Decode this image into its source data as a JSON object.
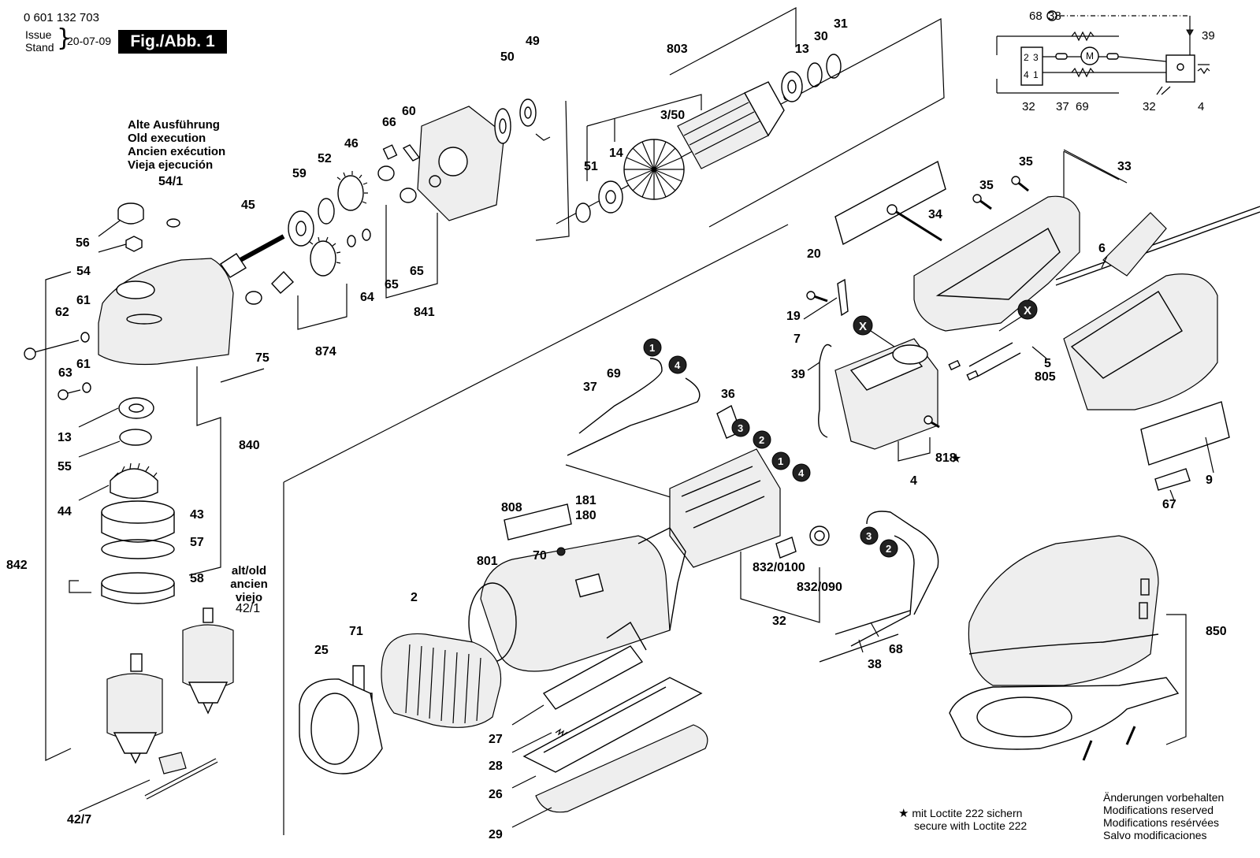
{
  "header": {
    "doc_number": "0 601 132 703",
    "issue_label": "Issue",
    "stand_label": "Stand",
    "issue_date": "20-07-09",
    "figure_label": "Fig./Abb. 1"
  },
  "notes": {
    "old_execution": [
      "Alte Ausführung",
      "Old execution",
      "Ancien exécution",
      "Vieja ejecución"
    ],
    "old_alt": [
      "alt/old",
      "ancien",
      "viejo"
    ],
    "loctite": [
      "mit Loctite 222 sichern",
      "secure with Loctite 222"
    ],
    "modifications": [
      "Änderungen vorbehalten",
      "Modifications reserved",
      "Modifications resérvées",
      "Salvo modificaciones"
    ]
  },
  "part_labels": [
    {
      "id": "54-1",
      "text": "54/1"
    },
    {
      "id": "56",
      "text": "56"
    },
    {
      "id": "54",
      "text": "54"
    },
    {
      "id": "62",
      "text": "62"
    },
    {
      "id": "61a",
      "text": "61"
    },
    {
      "id": "63",
      "text": "63"
    },
    {
      "id": "61b",
      "text": "61"
    },
    {
      "id": "45",
      "text": "45"
    },
    {
      "id": "59",
      "text": "59"
    },
    {
      "id": "52",
      "text": "52"
    },
    {
      "id": "46",
      "text": "46"
    },
    {
      "id": "66",
      "text": "66"
    },
    {
      "id": "60",
      "text": "60"
    },
    {
      "id": "50",
      "text": "50"
    },
    {
      "id": "49",
      "text": "49"
    },
    {
      "id": "65a",
      "text": "65"
    },
    {
      "id": "65b",
      "text": "65"
    },
    {
      "id": "64",
      "text": "64"
    },
    {
      "id": "841",
      "text": "841"
    },
    {
      "id": "874",
      "text": "874"
    },
    {
      "id": "75",
      "text": "75"
    },
    {
      "id": "13a",
      "text": "13"
    },
    {
      "id": "55",
      "text": "55"
    },
    {
      "id": "840",
      "text": "840"
    },
    {
      "id": "44",
      "text": "44"
    },
    {
      "id": "43",
      "text": "43"
    },
    {
      "id": "57",
      "text": "57"
    },
    {
      "id": "58",
      "text": "58"
    },
    {
      "id": "842",
      "text": "842"
    },
    {
      "id": "42-1",
      "text": "42/1"
    },
    {
      "id": "42-7",
      "text": "42/7"
    },
    {
      "id": "803",
      "text": "803"
    },
    {
      "id": "13b",
      "text": "13"
    },
    {
      "id": "30",
      "text": "30"
    },
    {
      "id": "31",
      "text": "31"
    },
    {
      "id": "3-50",
      "text": "3/50"
    },
    {
      "id": "51",
      "text": "51"
    },
    {
      "id": "14",
      "text": "14"
    },
    {
      "id": "35a",
      "text": "35"
    },
    {
      "id": "35b",
      "text": "35"
    },
    {
      "id": "33",
      "text": "33"
    },
    {
      "id": "34",
      "text": "34"
    },
    {
      "id": "20",
      "text": "20"
    },
    {
      "id": "6",
      "text": "6"
    },
    {
      "id": "19",
      "text": "19"
    },
    {
      "id": "7",
      "text": "7"
    },
    {
      "id": "39",
      "text": "39"
    },
    {
      "id": "5",
      "text": "5"
    },
    {
      "id": "805",
      "text": "805"
    },
    {
      "id": "818",
      "text": "818"
    },
    {
      "id": "4",
      "text": "4"
    },
    {
      "id": "9",
      "text": "9"
    },
    {
      "id": "67",
      "text": "67"
    },
    {
      "id": "37",
      "text": "37"
    },
    {
      "id": "69",
      "text": "69"
    },
    {
      "id": "36",
      "text": "36"
    },
    {
      "id": "808",
      "text": "808"
    },
    {
      "id": "181",
      "text": "181"
    },
    {
      "id": "180",
      "text": "180"
    },
    {
      "id": "801",
      "text": "801"
    },
    {
      "id": "70",
      "text": "70"
    },
    {
      "id": "2",
      "text": "2"
    },
    {
      "id": "25",
      "text": "25"
    },
    {
      "id": "71",
      "text": "71"
    },
    {
      "id": "832-0100",
      "text": "832/0100"
    },
    {
      "id": "832-090",
      "text": "832/090"
    },
    {
      "id": "32",
      "text": "32"
    },
    {
      "id": "38",
      "text": "38"
    },
    {
      "id": "68",
      "text": "68"
    },
    {
      "id": "850",
      "text": "850"
    },
    {
      "id": "27",
      "text": "27"
    },
    {
      "id": "28",
      "text": "28"
    },
    {
      "id": "26",
      "text": "26"
    },
    {
      "id": "29",
      "text": "29"
    }
  ],
  "wiring": {
    "labels": [
      "68",
      "38",
      "39",
      "32",
      "37",
      "69",
      "32",
      "4"
    ],
    "terminals": [
      "2",
      "3",
      "4",
      "1"
    ],
    "motor": "M"
  },
  "markers": {
    "circled": [
      "1",
      "4",
      "3",
      "2",
      "1",
      "4",
      "3",
      "2"
    ],
    "x_mark": "X"
  },
  "symbols": {
    "star": "★"
  }
}
